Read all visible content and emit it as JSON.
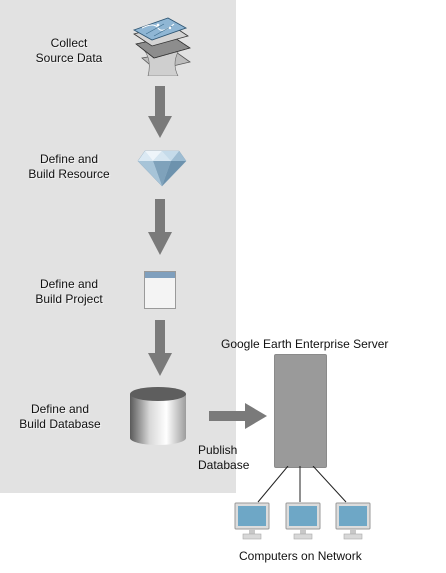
{
  "steps": [
    {
      "line1": "Collect",
      "line2": "Source Data"
    },
    {
      "line1": "Define and",
      "line2": "Build Resource"
    },
    {
      "line1": "Define and",
      "line2": "Build Project"
    },
    {
      "line1": "Define and",
      "line2": "Build Database"
    }
  ],
  "server": {
    "title": "Google Earth Enterprise Server"
  },
  "publish": {
    "line1": "Publish",
    "line2": "Database"
  },
  "network": {
    "label": "Computers on Network"
  },
  "colors": {
    "panel": "#e2e2e2",
    "arrow": "#7a7a7a",
    "server": "#9a9a9a",
    "screen": "#6ea7c6"
  }
}
